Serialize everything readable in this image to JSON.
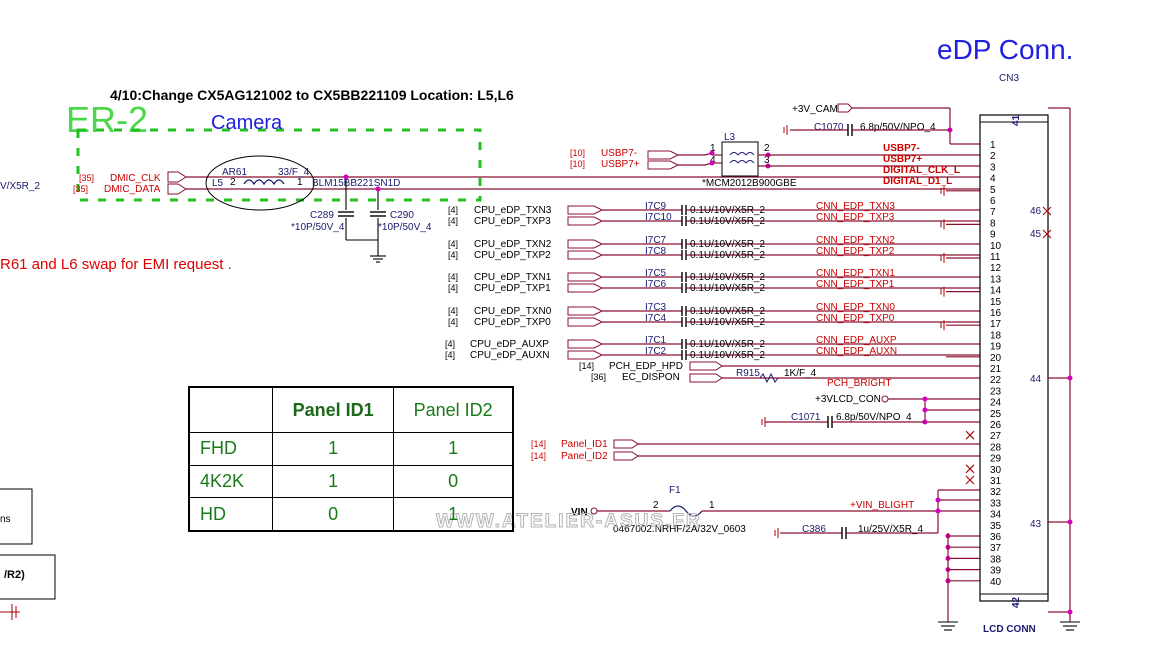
{
  "title": "eDP Conn.",
  "connector_ref": "CN3",
  "connector_name": "LCD CONN",
  "change_note": "4/10:Change CX5AG121002 to CX5BB221109 Location: L5,L6",
  "er_label": "ER-2",
  "camera_label": "Camera",
  "emi_note": "R61 and L6 swap for EMI request .",
  "left_edge_text": "V/X5R_2",
  "left_box_text_1": "ns",
  "left_box_text_2": "/R2)",
  "watermark": "WWW.ATELIER-ASUS.FR",
  "camera_block": {
    "dmic_clk_ref": "[35]",
    "dmic_clk": "DMIC_CLK",
    "dmic_data_ref": "[35]",
    "dmic_data": "DMIC_DATA",
    "ar61": "AR61",
    "ar61_val": "33/F_4",
    "l5": "L5",
    "l5_pin2": "2",
    "l5_pin1": "1",
    "l5_part": "BLM15BB221SN1D",
    "c289": "C289",
    "c289_val": "*10P/50V_4",
    "c290": "C290",
    "c290_val": "*10P/50V_4"
  },
  "usb_block": {
    "usbp7m_ref": "[10]",
    "usbp7m": "USBP7-",
    "usbp7p_ref": "[10]",
    "usbp7p": "USBP7+",
    "l3": "L3",
    "l3_part": "*MCM2012B900GBE",
    "pin1": "1",
    "pin2": "2",
    "pin3": "3",
    "pin4": "4",
    "cam_rail": "+3V_CAM",
    "c1070": "C1070",
    "c1070_val": "6.8p/50V/NPO_4"
  },
  "lanes": [
    {
      "ref": "[4]",
      "in": "CPU_eDP_TXN3",
      "cap": "I7C9",
      "val": "0.1U/10V/X5R_2",
      "out": "CNN_EDP_TXN3"
    },
    {
      "ref": "[4]",
      "in": "CPU_eDP_TXP3",
      "cap": "I7C10",
      "val": "0.1U/10V/X5R_2",
      "out": "CNN_EDP_TXP3"
    },
    {
      "ref": "[4]",
      "in": "CPU_eDP_TXN2",
      "cap": "I7C7",
      "val": "0.1U/10V/X5R_2",
      "out": "CNN_EDP_TXN2"
    },
    {
      "ref": "[4]",
      "in": "CPU_eDP_TXP2",
      "cap": "I7C8",
      "val": "0.1U/10V/X5R_2",
      "out": "CNN_EDP_TXP2"
    },
    {
      "ref": "[4]",
      "in": "CPU_eDP_TXN1",
      "cap": "I7C5",
      "val": "0.1U/10V/X5R_2",
      "out": "CNN_EDP_TXN1"
    },
    {
      "ref": "[4]",
      "in": "CPU_eDP_TXP1",
      "cap": "I7C6",
      "val": "0.1U/10V/X5R_2",
      "out": "CNN_EDP_TXP1"
    },
    {
      "ref": "[4]",
      "in": "CPU_eDP_TXN0",
      "cap": "I7C3",
      "val": "0.1U/10V/X5R_2",
      "out": "CNN_EDP_TXN0"
    },
    {
      "ref": "[4]",
      "in": "CPU_eDP_TXP0",
      "cap": "I7C4",
      "val": "0.1U/10V/X5R_2",
      "out": "CNN_EDP_TXP0"
    },
    {
      "ref": "[4]",
      "in": "CPU_eDP_AUXP",
      "cap": "I7C1",
      "val": "0.1U/10V/X5R_2",
      "out": "CNN_EDP_AUXP"
    },
    {
      "ref": "[4]",
      "in": "CPU_eDP_AUXN",
      "cap": "I7C2",
      "val": "0.1U/10V/X5R_2",
      "out": "CNN_EDP_AUXN"
    }
  ],
  "pin_nets": {
    "usbp7m": "USBP7-",
    "usbp7p": "USBP7+",
    "dig_clk": "DIGITAL_CLK_L",
    "dig_d1": "DIGITAL_D1_L"
  },
  "hpd_block": {
    "hpd_ref": "[14]",
    "hpd": "PCH_EDP_HPD",
    "dispon_ref": "[36]",
    "dispon": "EC_DISPON",
    "r915": "R915",
    "r915_val": "1K/F_4",
    "bright": "PCH_BRIGHT",
    "lcd_rail": "+3VLCD_CON",
    "c1071": "C1071",
    "c1071_val": "6.8p/50V/NPO_4"
  },
  "panel_id": {
    "id1_ref": "[14]",
    "id1": "Panel_ID1",
    "id2_ref": "[14]",
    "id2": "Panel_ID2"
  },
  "power_block": {
    "vin": "VIN",
    "f1": "F1",
    "f1_pin2": "2",
    "f1_pin1": "1",
    "f1_part": "0467002.NRHF/2A/32V_0603",
    "blight": "+VIN_BLIGHT",
    "c386": "C386",
    "c386_val": "1u/25V/X5R_4"
  },
  "pins_left": [
    "1",
    "2",
    "3",
    "4",
    "5",
    "6",
    "7",
    "8",
    "9",
    "10",
    "11",
    "12",
    "13",
    "14",
    "15",
    "16",
    "17",
    "18",
    "19",
    "20",
    "21",
    "22",
    "23",
    "24",
    "25",
    "26",
    "27",
    "28",
    "29",
    "30",
    "31",
    "32",
    "33",
    "34",
    "35",
    "36",
    "37",
    "38",
    "39",
    "40"
  ],
  "pins_right": {
    "p41": "41",
    "p42": "42",
    "p43": "43",
    "p44": "44",
    "p45": "45",
    "p46": "46"
  },
  "table": {
    "headers": [
      "",
      "Panel ID1",
      "Panel ID2"
    ],
    "rows": [
      {
        "label": "FHD",
        "id1": "1",
        "id2": "1"
      },
      {
        "label": "4K2K",
        "id1": "1",
        "id2": "0"
      },
      {
        "label": "HD",
        "id1": "0",
        "id2": "1"
      }
    ]
  },
  "colors": {
    "title": "#2020e0",
    "net": "#cc0000",
    "wire": "#8a1030",
    "junction": "#d400c0",
    "er_green": "#22c022",
    "table_text": "#1a7a1a"
  }
}
